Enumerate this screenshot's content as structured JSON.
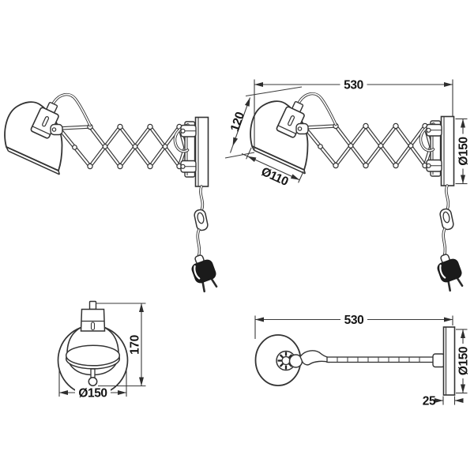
{
  "colors": {
    "background": "#ffffff",
    "line": "#3a3a3a",
    "text": "#141414",
    "plug_fill": "#1b1b1b"
  },
  "views": {
    "side_dimensioned": {
      "dims": {
        "width": "530",
        "head_length": "120",
        "shade_diameter": "Ø110",
        "backplate_diameter": "Ø150"
      }
    },
    "front": {
      "dims": {
        "height": "170",
        "diameter": "Ø150"
      }
    },
    "top": {
      "dims": {
        "width": "530",
        "backplate_diameter": "Ø150",
        "backplate_depth": "25"
      }
    }
  }
}
